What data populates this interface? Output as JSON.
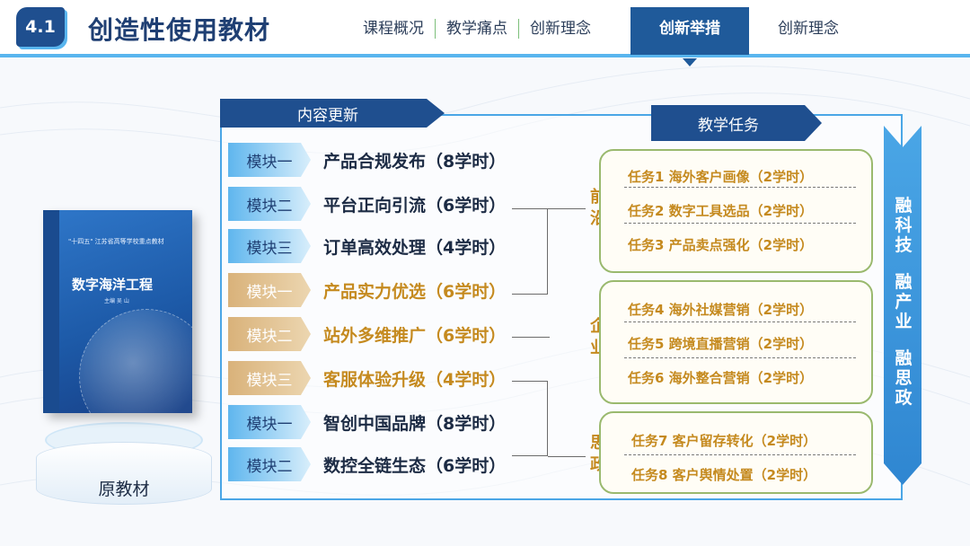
{
  "header": {
    "badge": "4.1",
    "title": "创造性使用教材",
    "nav": [
      "课程概况",
      "教学痛点",
      "创新理念",
      "创新举措",
      "创新理念"
    ],
    "active_index": 3
  },
  "book": {
    "series": "\"十四五\" 江苏省高等学校重点教材",
    "title": "数字海洋工程",
    "author": "主编  吴 山",
    "label": "原教材"
  },
  "banners": {
    "content": "内容更新",
    "tasks": "教学任务"
  },
  "modules": [
    {
      "chip": "模块一",
      "text": "产品合规发布（8学时）",
      "style": "blue"
    },
    {
      "chip": "模块二",
      "text": "平台正向引流（6学时）",
      "style": "blue"
    },
    {
      "chip": "模块三",
      "text": "订单高效处理（4学时）",
      "style": "blue"
    },
    {
      "chip": "模块一",
      "text": "产品实力优选（6学时）",
      "style": "gold"
    },
    {
      "chip": "模块二",
      "text": "站外多维推广（6学时）",
      "style": "gold"
    },
    {
      "chip": "模块三",
      "text": "客服体验升级（4学时）",
      "style": "gold"
    },
    {
      "chip": "模块一",
      "text": "智创中国品牌（8学时）",
      "style": "blue"
    },
    {
      "chip": "模块二",
      "text": "数控全链生态（6学时）",
      "style": "blue"
    }
  ],
  "categories": [
    "前沿",
    "企业",
    "思政"
  ],
  "task_groups": [
    [
      "任务1  海外客户画像（2学时）",
      "任务2  数字工具选品（2学时）",
      "任务3  产品卖点强化（2学时）"
    ],
    [
      "任务4  海外社媒营销（2学时）",
      "任务5  跨境直播营销（2学时）",
      "任务6  海外整合营销（2学时）"
    ],
    [
      "任务7  客户留存转化（2学时）",
      "任务8  客户舆情处置（2学时）"
    ]
  ],
  "vertical": [
    "融科技",
    "融产业",
    "融思政"
  ]
}
